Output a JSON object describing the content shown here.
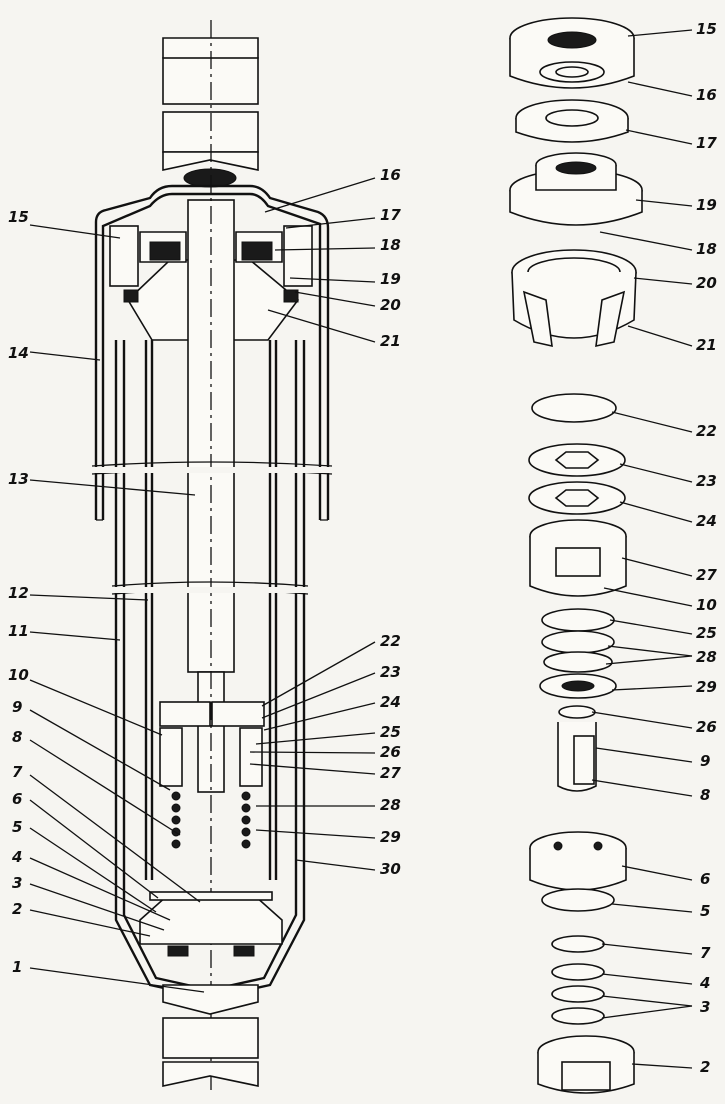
{
  "left_callouts": [
    {
      "id": "c16",
      "text": "16"
    },
    {
      "id": "c17",
      "text": "17"
    },
    {
      "id": "c18",
      "text": "18"
    },
    {
      "id": "c19",
      "text": "19"
    },
    {
      "id": "c20",
      "text": "20"
    },
    {
      "id": "c21",
      "text": "21"
    },
    {
      "id": "c15",
      "text": "15"
    },
    {
      "id": "c14",
      "text": "14"
    },
    {
      "id": "c13",
      "text": "13"
    },
    {
      "id": "c12",
      "text": "12"
    },
    {
      "id": "c11",
      "text": "11"
    },
    {
      "id": "c22",
      "text": "22"
    },
    {
      "id": "c23",
      "text": "23"
    },
    {
      "id": "c24",
      "text": "24"
    },
    {
      "id": "c25",
      "text": "25"
    },
    {
      "id": "c26",
      "text": "26"
    },
    {
      "id": "c27",
      "text": "27"
    },
    {
      "id": "c28",
      "text": "28"
    },
    {
      "id": "c29",
      "text": "29"
    },
    {
      "id": "c30",
      "text": "30"
    },
    {
      "id": "c10",
      "text": "10"
    },
    {
      "id": "c9",
      "text": "9"
    },
    {
      "id": "c8",
      "text": "8"
    },
    {
      "id": "c7",
      "text": "7"
    },
    {
      "id": "c6",
      "text": "6"
    },
    {
      "id": "c5",
      "text": "5"
    },
    {
      "id": "c4",
      "text": "4"
    },
    {
      "id": "c3",
      "text": "3"
    },
    {
      "id": "c2",
      "text": "2"
    },
    {
      "id": "c1",
      "text": "1"
    }
  ],
  "right_callouts": [
    {
      "id": "r15",
      "text": "15"
    },
    {
      "id": "r16",
      "text": "16"
    },
    {
      "id": "r17",
      "text": "17"
    },
    {
      "id": "r19",
      "text": "19"
    },
    {
      "id": "r18",
      "text": "18"
    },
    {
      "id": "r20",
      "text": "20"
    },
    {
      "id": "r21",
      "text": "21"
    },
    {
      "id": "r22",
      "text": "22"
    },
    {
      "id": "r23",
      "text": "23"
    },
    {
      "id": "r24",
      "text": "24"
    },
    {
      "id": "r27",
      "text": "27"
    },
    {
      "id": "r10",
      "text": "10"
    },
    {
      "id": "r25",
      "text": "25"
    },
    {
      "id": "r28",
      "text": "28"
    },
    {
      "id": "r29",
      "text": "29"
    },
    {
      "id": "r26",
      "text": "26"
    },
    {
      "id": "r9",
      "text": "9"
    },
    {
      "id": "r8",
      "text": "8"
    },
    {
      "id": "r6",
      "text": "6"
    },
    {
      "id": "r5",
      "text": "5"
    },
    {
      "id": "r7",
      "text": "7"
    },
    {
      "id": "r4",
      "text": "4"
    },
    {
      "id": "r3",
      "text": "3"
    },
    {
      "id": "r2",
      "text": "2"
    }
  ]
}
